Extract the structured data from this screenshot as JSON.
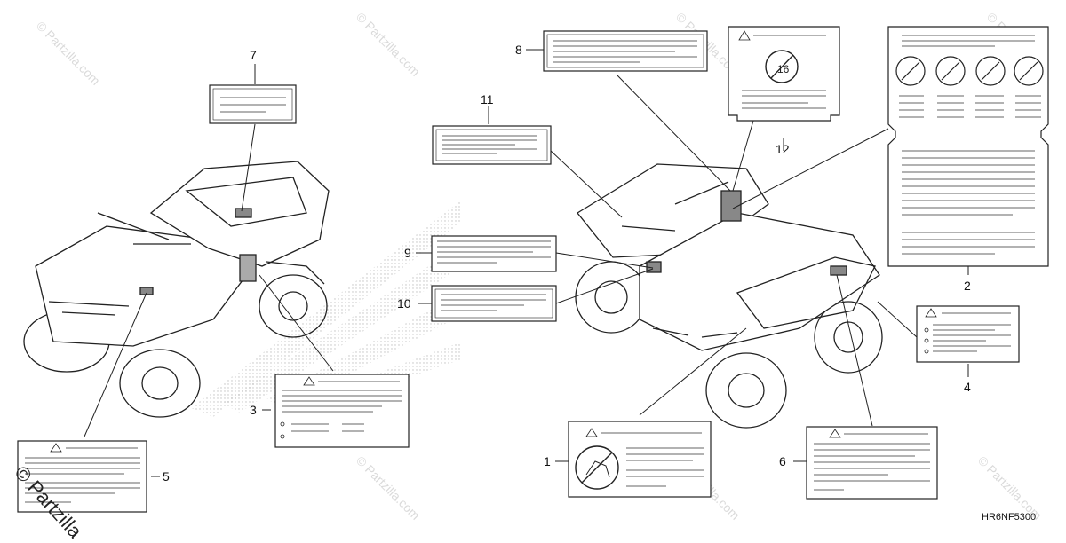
{
  "callouts": [
    "1",
    "2",
    "3",
    "4",
    "5",
    "6",
    "7",
    "8",
    "9",
    "10",
    "11",
    "12"
  ],
  "diagram_code": "HR6NF5300",
  "watermark_text": "© Partzilla.com",
  "brand_mark": "© Partzilla",
  "colors": {
    "line": "#222222",
    "label_bg": "#ffffff",
    "label_text": "#555555",
    "watermark": "#bdbdbd"
  },
  "icons": [
    "warning-triangle-icon",
    "no-passenger-icon",
    "prohibition-circle-icon"
  ]
}
